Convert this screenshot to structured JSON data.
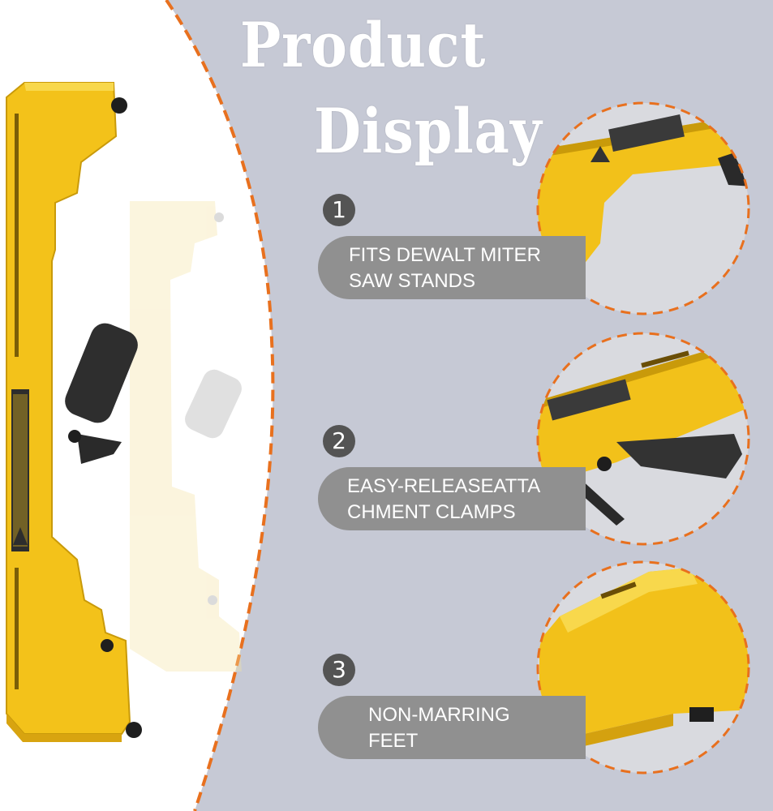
{
  "header": {
    "title_line1": "Product",
    "title_line2": "Display"
  },
  "features": [
    {
      "number": "1",
      "line1": "FITS DEWALT MITER",
      "line2": "SAW STANDS"
    },
    {
      "number": "2",
      "line1": "EASY-RELEASEATTA",
      "line2": "CHMENT CLAMPS"
    },
    {
      "number": "3",
      "line1": "NON-MARRING",
      "line2": "FEET"
    }
  ],
  "colors": {
    "panel_background": "#c6c9d5",
    "dashed_border": "#e8701e",
    "product_yellow": "#f3c21a",
    "badge": "#545454",
    "pill": "#909090"
  },
  "icons": [
    "product-bracket-image",
    "product-bracket-ghost-image",
    "detail-top-image",
    "detail-clamp-image",
    "detail-feet-image"
  ]
}
